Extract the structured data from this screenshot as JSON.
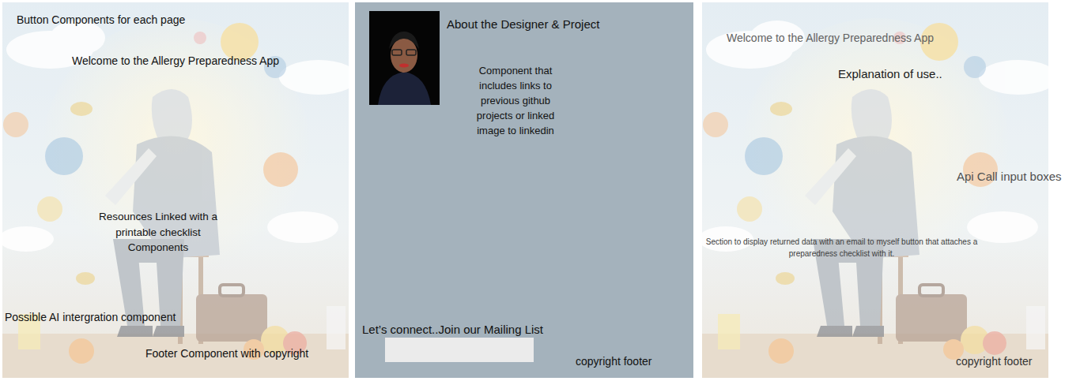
{
  "diagram": {
    "nodes": [
      {
        "text": [
          "Button Components for each page",
          "Welcome to the Allergy Preparedness App",
          "Resounces Linked with a printable checklist Components",
          "Possible AI intergration component",
          "Footer Component with copyright"
        ]
      },
      {
        "text": [
          "About the Designer & Project",
          "Component that includes links to previous github projects or linked image to linkedin",
          "Let’s connect..Join our Mailing List",
          "copyright footer"
        ]
      },
      {
        "text": [
          "Welcome to the Allergy Preparedness App",
          "Explanation of use..",
          "Api Call input boxes",
          "Section to display returned data with an email to myself button that attaches a preparedness checklist with it.",
          "copyright footer"
        ]
      }
    ]
  }
}
